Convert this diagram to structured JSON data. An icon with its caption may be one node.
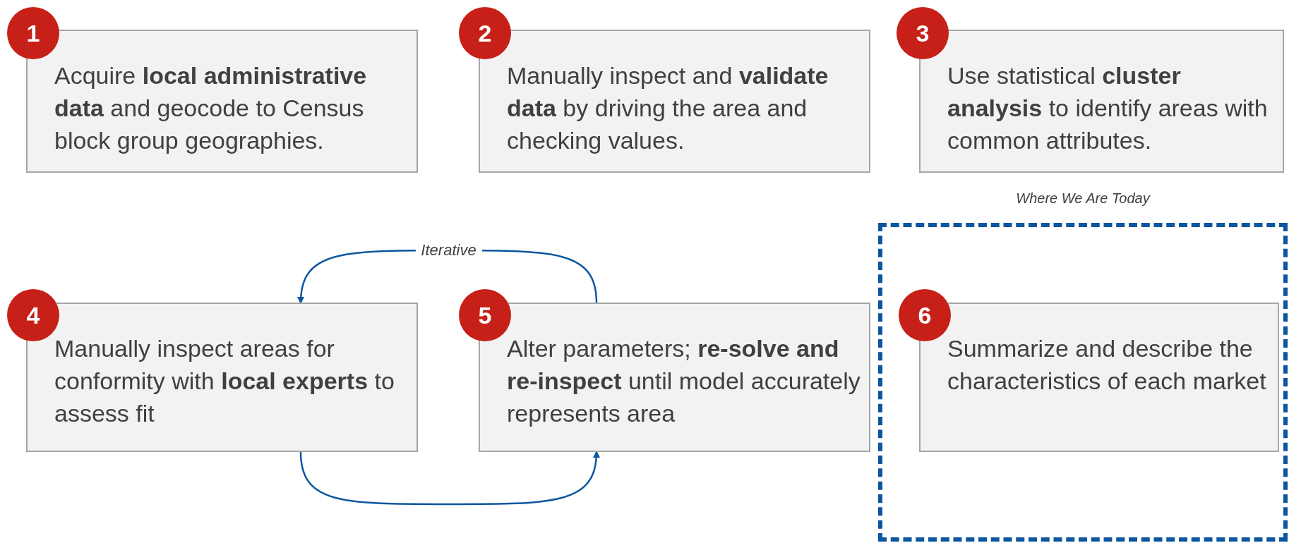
{
  "diagram": {
    "nodes": [
      {
        "text": [
          "1"
        ]
      },
      {
        "text": [
          "Acquire **local administrative data** and geocode to Census block group geographies."
        ]
      },
      {
        "text": [
          "2"
        ]
      },
      {
        "text": [
          "Manually inspect and **validate data** by driving the area and checking values."
        ]
      },
      {
        "text": [
          "3"
        ]
      },
      {
        "text": [
          "Use statistical **cluster analysis** to identify areas with common attributes."
        ]
      },
      {
        "text": [
          "4"
        ]
      },
      {
        "text": [
          "Manually inspect areas for conformity with **local experts** to assess fit"
        ]
      },
      {
        "text": [
          "5"
        ]
      },
      {
        "text": [
          "Alter parameters; **re-solve and re-inspect** until model accurately represents area"
        ]
      },
      {
        "text": [
          "Where We Are Today"
        ]
      },
      {
        "text": [
          "6"
        ],
        "in": 10
      },
      {
        "text": [
          "Summarize and describe the characteristics of each market"
        ],
        "in": 10
      }
    ],
    "edges": [
      {
        "from": 7,
        "to": 9,
        "arrow": "to"
      },
      {
        "from": 9,
        "to": 7,
        "label": "Iterative",
        "arrow": "to"
      }
    ]
  }
}
